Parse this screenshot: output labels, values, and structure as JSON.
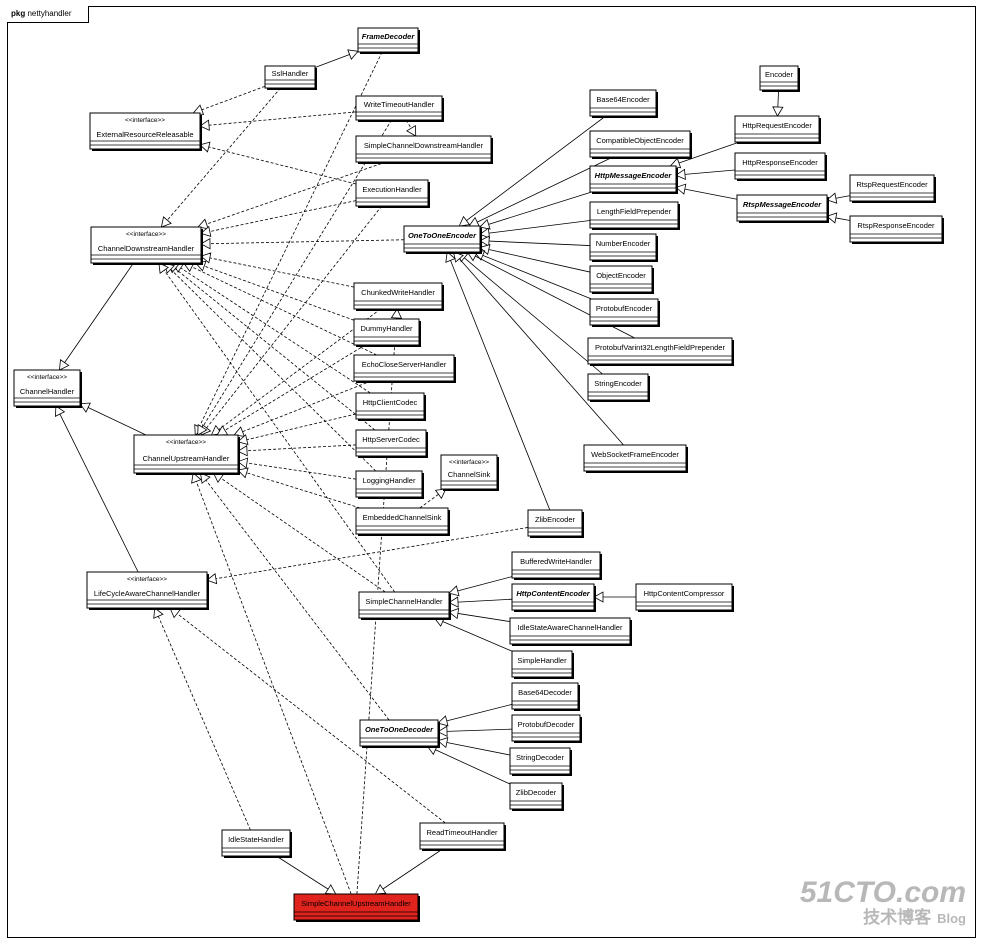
{
  "package": {
    "keyword": "pkg",
    "name": "nettyhandler"
  },
  "watermark": {
    "site": "51CTO.com",
    "tagline": "技术博客",
    "blog": "Blog"
  },
  "colors": {
    "highlight": "#e0231c",
    "line": "#000000",
    "box_fill": "#ffffff"
  },
  "stereotype": "<<interface>>",
  "classes": [
    {
      "id": "FrameDecoder",
      "label": "FrameDecoder",
      "abstract": true
    },
    {
      "id": "SslHandler",
      "label": "SslHandler"
    },
    {
      "id": "WriteTimeoutHandler",
      "label": "WriteTimeoutHandler"
    },
    {
      "id": "ExternalResourceReleasable",
      "label": "ExternalResourceReleasable",
      "interface": true
    },
    {
      "id": "SimpleChannelDownstreamHandler",
      "label": "SimpleChannelDownstreamHandler"
    },
    {
      "id": "ExecutionHandler",
      "label": "ExecutionHandler"
    },
    {
      "id": "ChannelDownstreamHandler",
      "label": "ChannelDownstreamHandler",
      "interface": true
    },
    {
      "id": "OneToOneEncoder",
      "label": "OneToOneEncoder",
      "abstract": true
    },
    {
      "id": "Base64Encoder",
      "label": "Base64Encoder"
    },
    {
      "id": "CompatibleObjectEncoder",
      "label": "CompatibleObjectEncoder"
    },
    {
      "id": "HttpMessageEncoder",
      "label": "HttpMessageEncoder",
      "abstract": true
    },
    {
      "id": "Encoder",
      "label": "Encoder"
    },
    {
      "id": "HttpRequestEncoder",
      "label": "HttpRequestEncoder"
    },
    {
      "id": "HttpResponseEncoder",
      "label": "HttpResponseEncoder"
    },
    {
      "id": "RtspMessageEncoder",
      "label": "RtspMessageEncoder",
      "abstract": true
    },
    {
      "id": "RtspRequestEncoder",
      "label": "RtspRequestEncoder"
    },
    {
      "id": "RtspResponseEncoder",
      "label": "RtspResponseEncoder"
    },
    {
      "id": "LengthFieldPrepender",
      "label": "LengthFieldPrepender"
    },
    {
      "id": "NumberEncoder",
      "label": "NumberEncoder"
    },
    {
      "id": "ObjectEncoder",
      "label": "ObjectEncoder"
    },
    {
      "id": "ProtobufEncoder",
      "label": "ProtobufEncoder"
    },
    {
      "id": "ProtobufVarint32LengthFieldPrepender",
      "label": "ProtobufVarint32LengthFieldPrepender"
    },
    {
      "id": "StringEncoder",
      "label": "StringEncoder"
    },
    {
      "id": "WebSocketFrameEncoder",
      "label": "WebSocketFrameEncoder"
    },
    {
      "id": "ChunkedWriteHandler",
      "label": "ChunkedWriteHandler"
    },
    {
      "id": "DummyHandler",
      "label": "DummyHandler"
    },
    {
      "id": "EchoCloseServerHandler",
      "label": "EchoCloseServerHandler"
    },
    {
      "id": "HttpClientCodec",
      "label": "HttpClientCodec"
    },
    {
      "id": "HttpServerCodec",
      "label": "HttpServerCodec"
    },
    {
      "id": "LoggingHandler",
      "label": "LoggingHandler"
    },
    {
      "id": "ChannelSink",
      "label": "ChannelSink",
      "interface": true
    },
    {
      "id": "EmbeddedChannelSink",
      "label": "EmbeddedChannelSink"
    },
    {
      "id": "ChannelHandler",
      "label": "ChannelHandler",
      "interface": true
    },
    {
      "id": "ChannelUpstreamHandler",
      "label": "ChannelUpstreamHandler",
      "interface": true
    },
    {
      "id": "ZlibEncoder",
      "label": "ZlibEncoder"
    },
    {
      "id": "LifeCycleAwareChannelHandler",
      "label": "LifeCycleAwareChannelHandler",
      "interface": true
    },
    {
      "id": "BufferedWriteHandler",
      "label": "BufferedWriteHandler"
    },
    {
      "id": "SimpleChannelHandler",
      "label": "SimpleChannelHandler"
    },
    {
      "id": "HttpContentEncoder",
      "label": "HttpContentEncoder",
      "abstract": true
    },
    {
      "id": "HttpContentCompressor",
      "label": "HttpContentCompressor"
    },
    {
      "id": "IdleStateAwareChannelHandler",
      "label": "IdleStateAwareChannelHandler"
    },
    {
      "id": "SimpleHandler",
      "label": "SimpleHandler"
    },
    {
      "id": "Base64Decoder",
      "label": "Base64Decoder"
    },
    {
      "id": "OneToOneDecoder",
      "label": "OneToOneDecoder",
      "abstract": true
    },
    {
      "id": "ProtobufDecoder",
      "label": "ProtobufDecoder"
    },
    {
      "id": "StringDecoder",
      "label": "StringDecoder"
    },
    {
      "id": "ZlibDecoder",
      "label": "ZlibDecoder"
    },
    {
      "id": "IdleStateHandler",
      "label": "IdleStateHandler"
    },
    {
      "id": "ReadTimeoutHandler",
      "label": "ReadTimeoutHandler"
    },
    {
      "id": "SimpleChannelUpstreamHandler",
      "label": "SimpleChannelUpstreamHandler",
      "highlight": true
    }
  ],
  "relations": [
    {
      "from": "ChannelDownstreamHandler",
      "to": "ChannelHandler",
      "kind": "extends"
    },
    {
      "from": "ChannelUpstreamHandler",
      "to": "ChannelHandler",
      "kind": "extends"
    },
    {
      "from": "LifeCycleAwareChannelHandler",
      "to": "ChannelHandler",
      "kind": "extends"
    },
    {
      "from": "Encoder",
      "to": "HttpRequestEncoder",
      "kind": "extends"
    },
    {
      "from": "HttpRequestEncoder",
      "to": "HttpMessageEncoder",
      "kind": "extends"
    },
    {
      "from": "HttpResponseEncoder",
      "to": "HttpMessageEncoder",
      "kind": "extends"
    },
    {
      "from": "RtspMessageEncoder",
      "to": "HttpMessageEncoder",
      "kind": "extends"
    },
    {
      "from": "RtspRequestEncoder",
      "to": "RtspMessageEncoder",
      "kind": "extends"
    },
    {
      "from": "RtspResponseEncoder",
      "to": "RtspMessageEncoder",
      "kind": "extends"
    },
    {
      "from": "Base64Encoder",
      "to": "OneToOneEncoder",
      "kind": "extends"
    },
    {
      "from": "CompatibleObjectEncoder",
      "to": "OneToOneEncoder",
      "kind": "extends"
    },
    {
      "from": "HttpMessageEncoder",
      "to": "OneToOneEncoder",
      "kind": "extends"
    },
    {
      "from": "LengthFieldPrepender",
      "to": "OneToOneEncoder",
      "kind": "extends"
    },
    {
      "from": "NumberEncoder",
      "to": "OneToOneEncoder",
      "kind": "extends"
    },
    {
      "from": "ObjectEncoder",
      "to": "OneToOneEncoder",
      "kind": "extends"
    },
    {
      "from": "ProtobufEncoder",
      "to": "OneToOneEncoder",
      "kind": "extends"
    },
    {
      "from": "ProtobufVarint32LengthFieldPrepender",
      "to": "OneToOneEncoder",
      "kind": "extends"
    },
    {
      "from": "StringEncoder",
      "to": "OneToOneEncoder",
      "kind": "extends"
    },
    {
      "from": "WebSocketFrameEncoder",
      "to": "OneToOneEncoder",
      "kind": "extends"
    },
    {
      "from": "ZlibEncoder",
      "to": "OneToOneEncoder",
      "kind": "extends"
    },
    {
      "from": "BufferedWriteHandler",
      "to": "SimpleChannelHandler",
      "kind": "extends"
    },
    {
      "from": "HttpContentEncoder",
      "to": "SimpleChannelHandler",
      "kind": "extends"
    },
    {
      "from": "IdleStateAwareChannelHandler",
      "to": "SimpleChannelHandler",
      "kind": "extends"
    },
    {
      "from": "SimpleHandler",
      "to": "SimpleChannelHandler",
      "kind": "extends"
    },
    {
      "from": "HttpContentCompressor",
      "to": "HttpContentEncoder",
      "kind": "extends"
    },
    {
      "from": "Base64Decoder",
      "to": "OneToOneDecoder",
      "kind": "extends"
    },
    {
      "from": "ProtobufDecoder",
      "to": "OneToOneDecoder",
      "kind": "extends"
    },
    {
      "from": "StringDecoder",
      "to": "OneToOneDecoder",
      "kind": "extends"
    },
    {
      "from": "ZlibDecoder",
      "to": "OneToOneDecoder",
      "kind": "extends"
    },
    {
      "from": "IdleStateHandler",
      "to": "SimpleChannelUpstreamHandler",
      "kind": "extends"
    },
    {
      "from": "ReadTimeoutHandler",
      "to": "SimpleChannelUpstreamHandler",
      "kind": "extends"
    },
    {
      "from": "SslHandler",
      "to": "FrameDecoder",
      "kind": "extends"
    },
    {
      "from": "WriteTimeoutHandler",
      "to": "SimpleChannelDownstreamHandler",
      "kind": "implements"
    },
    {
      "from": "SslHandler",
      "to": "ExternalResourceReleasable",
      "kind": "implements"
    },
    {
      "from": "WriteTimeoutHandler",
      "to": "ExternalResourceReleasable",
      "kind": "implements"
    },
    {
      "from": "ExecutionHandler",
      "to": "ExternalResourceReleasable",
      "kind": "implements"
    },
    {
      "from": "SslHandler",
      "to": "ChannelDownstreamHandler",
      "kind": "implements"
    },
    {
      "from": "SimpleChannelDownstreamHandler",
      "to": "ChannelDownstreamHandler",
      "kind": "implements"
    },
    {
      "from": "ExecutionHandler",
      "to": "ChannelDownstreamHandler",
      "kind": "implements"
    },
    {
      "from": "OneToOneEncoder",
      "to": "ChannelDownstreamHandler",
      "kind": "implements"
    },
    {
      "from": "ChunkedWriteHandler",
      "to": "ChannelDownstreamHandler",
      "kind": "implements"
    },
    {
      "from": "DummyHandler",
      "to": "ChannelDownstreamHandler",
      "kind": "implements"
    },
    {
      "from": "EchoCloseServerHandler",
      "to": "ChannelDownstreamHandler",
      "kind": "implements"
    },
    {
      "from": "HttpClientCodec",
      "to": "ChannelDownstreamHandler",
      "kind": "implements"
    },
    {
      "from": "HttpServerCodec",
      "to": "ChannelDownstreamHandler",
      "kind": "implements"
    },
    {
      "from": "LoggingHandler",
      "to": "ChannelDownstreamHandler",
      "kind": "implements"
    },
    {
      "from": "SimpleChannelHandler",
      "to": "ChannelDownstreamHandler",
      "kind": "implements"
    },
    {
      "from": "FrameDecoder",
      "to": "ChannelUpstreamHandler",
      "kind": "implements"
    },
    {
      "from": "ExecutionHandler",
      "to": "ChannelUpstreamHandler",
      "kind": "implements"
    },
    {
      "from": "ChunkedWriteHandler",
      "to": "ChannelUpstreamHandler",
      "kind": "implements"
    },
    {
      "from": "DummyHandler",
      "to": "ChannelUpstreamHandler",
      "kind": "implements"
    },
    {
      "from": "EchoCloseServerHandler",
      "to": "ChannelUpstreamHandler",
      "kind": "implements"
    },
    {
      "from": "HttpClientCodec",
      "to": "ChannelUpstreamHandler",
      "kind": "implements"
    },
    {
      "from": "HttpServerCodec",
      "to": "ChannelUpstreamHandler",
      "kind": "implements"
    },
    {
      "from": "LoggingHandler",
      "to": "ChannelUpstreamHandler",
      "kind": "implements"
    },
    {
      "from": "EmbeddedChannelSink",
      "to": "ChannelUpstreamHandler",
      "kind": "implements"
    },
    {
      "from": "SimpleChannelHandler",
      "to": "ChannelUpstreamHandler",
      "kind": "implements"
    },
    {
      "from": "OneToOneDecoder",
      "to": "ChannelUpstreamHandler",
      "kind": "implements"
    },
    {
      "from": "SimpleChannelUpstreamHandler",
      "to": "ChannelUpstreamHandler",
      "kind": "implements"
    },
    {
      "from": "WriteTimeoutHandler",
      "to": "ChannelUpstreamHandler",
      "kind": "implements"
    },
    {
      "from": "EmbeddedChannelSink",
      "to": "ChannelSink",
      "kind": "implements"
    },
    {
      "from": "ZlibEncoder",
      "to": "LifeCycleAwareChannelHandler",
      "kind": "implements"
    },
    {
      "from": "IdleStateHandler",
      "to": "LifeCycleAwareChannelHandler",
      "kind": "implements"
    },
    {
      "from": "ReadTimeoutHandler",
      "to": "LifeCycleAwareChannelHandler",
      "kind": "implements"
    },
    {
      "from": "SimpleChannelUpstreamHandler",
      "to": "ChunkedWriteHandler",
      "kind": "implements"
    }
  ]
}
